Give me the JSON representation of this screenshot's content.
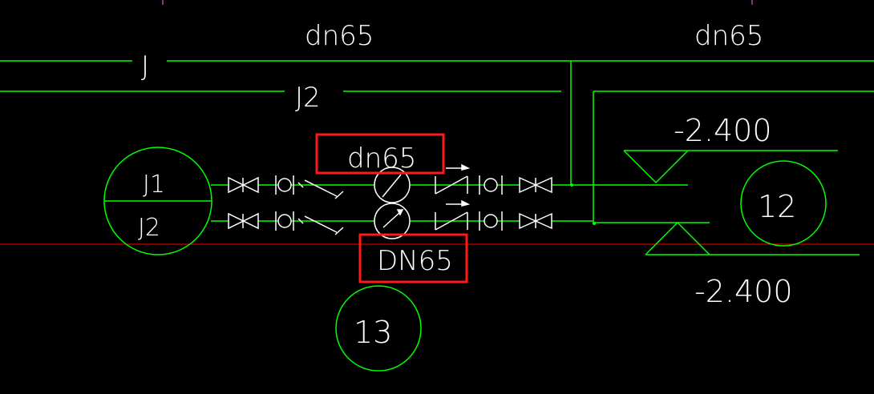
{
  "labels": {
    "pipe_size_left": "dn65",
    "pipe_size_right": "dn65",
    "main_pipe_j": "J",
    "main_pipe_j2": "J2",
    "highlight_top_size": "dn65",
    "highlight_bottom_size": "DN65",
    "node_left_top": "J1",
    "node_left_bottom": "J2",
    "node_right": "12",
    "node_bottom": "13",
    "elevation_top": "-2.400",
    "elevation_bottom": "-2.400"
  },
  "colors": {
    "background": "#000000",
    "pipe_green": "#00ff00",
    "symbol_white": "#ffffff",
    "red_line": "#ff0000",
    "highlight_box": "#ff1a1a"
  }
}
